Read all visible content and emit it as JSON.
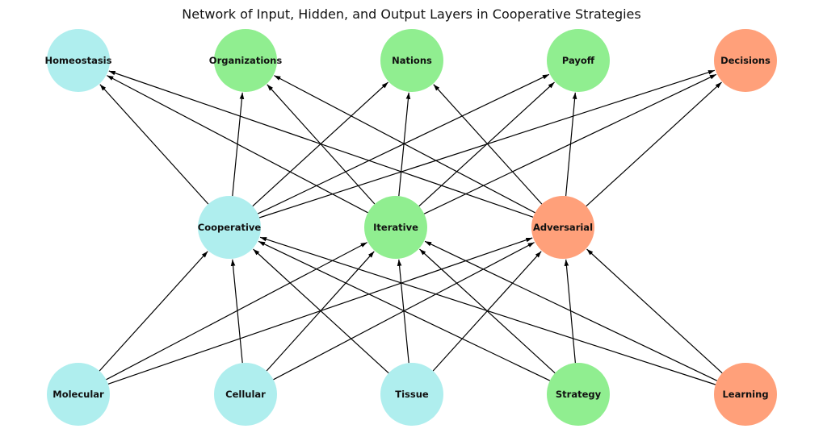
{
  "title": "Network of Input, Hidden, and Output Layers in Cooperative Strategies",
  "colors": {
    "cyan": "#afeeee",
    "green": "#90ee90",
    "salmon": "#ffa07a",
    "edge": "#000000"
  },
  "nodes": {
    "output": [
      {
        "id": "homeostasis",
        "label": "Homeostasis",
        "color": "cyan"
      },
      {
        "id": "organizations",
        "label": "Organizations",
        "color": "green"
      },
      {
        "id": "nations",
        "label": "Nations",
        "color": "green"
      },
      {
        "id": "payoff",
        "label": "Payoff",
        "color": "green"
      },
      {
        "id": "decisions",
        "label": "Decisions",
        "color": "salmon"
      }
    ],
    "hidden": [
      {
        "id": "cooperative",
        "label": "Cooperative",
        "color": "cyan"
      },
      {
        "id": "iterative",
        "label": "Iterative",
        "color": "green"
      },
      {
        "id": "adversarial",
        "label": "Adversarial",
        "color": "salmon"
      }
    ],
    "input": [
      {
        "id": "molecular",
        "label": "Molecular",
        "color": "cyan"
      },
      {
        "id": "cellular",
        "label": "Cellular",
        "color": "cyan"
      },
      {
        "id": "tissue",
        "label": "Tissue",
        "color": "cyan"
      },
      {
        "id": "strategy",
        "label": "Strategy",
        "color": "green"
      },
      {
        "id": "learning",
        "label": "Learning",
        "color": "salmon"
      }
    ]
  },
  "edges": [
    [
      "molecular",
      "cooperative"
    ],
    [
      "molecular",
      "iterative"
    ],
    [
      "molecular",
      "adversarial"
    ],
    [
      "cellular",
      "cooperative"
    ],
    [
      "cellular",
      "iterative"
    ],
    [
      "cellular",
      "adversarial"
    ],
    [
      "tissue",
      "cooperative"
    ],
    [
      "tissue",
      "iterative"
    ],
    [
      "tissue",
      "adversarial"
    ],
    [
      "strategy",
      "cooperative"
    ],
    [
      "strategy",
      "iterative"
    ],
    [
      "strategy",
      "adversarial"
    ],
    [
      "learning",
      "cooperative"
    ],
    [
      "learning",
      "iterative"
    ],
    [
      "learning",
      "adversarial"
    ],
    [
      "cooperative",
      "homeostasis"
    ],
    [
      "cooperative",
      "organizations"
    ],
    [
      "cooperative",
      "nations"
    ],
    [
      "cooperative",
      "payoff"
    ],
    [
      "cooperative",
      "decisions"
    ],
    [
      "iterative",
      "homeostasis"
    ],
    [
      "iterative",
      "organizations"
    ],
    [
      "iterative",
      "nations"
    ],
    [
      "iterative",
      "payoff"
    ],
    [
      "iterative",
      "decisions"
    ],
    [
      "adversarial",
      "homeostasis"
    ],
    [
      "adversarial",
      "organizations"
    ],
    [
      "adversarial",
      "nations"
    ],
    [
      "adversarial",
      "payoff"
    ],
    [
      "adversarial",
      "decisions"
    ]
  ]
}
